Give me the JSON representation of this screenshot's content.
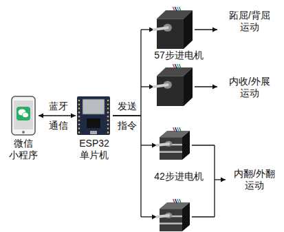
{
  "diagram": {
    "nodes": [
      {
        "text": [
          "微信 小程序"
        ]
      },
      {
        "text": [
          "ESP32 单片机"
        ]
      },
      {
        "text": [
          "57步进电机"
        ]
      },
      {
        "text": [
          "42步进电机"
        ]
      },
      {
        "text": [
          "跖屈/背屈 运动"
        ]
      },
      {
        "text": [
          "内收/外展 运动"
        ]
      },
      {
        "text": [
          "内翻/外翻 运动"
        ]
      }
    ],
    "edges": [
      {
        "from": 0,
        "to": 1,
        "arrow": "both"
      },
      {
        "from": 1,
        "to": 2,
        "arrow": "to"
      },
      {
        "from": 1,
        "to": 3,
        "arrow": "to"
      },
      {
        "from": 2,
        "to": 4,
        "arrow": "to"
      },
      {
        "from": 2,
        "to": 5,
        "arrow": "to"
      },
      {
        "from": 3,
        "to": 6,
        "arrow": "to"
      }
    ],
    "labels": [
      "蓝牙",
      "通信",
      "发送",
      "指令"
    ]
  }
}
